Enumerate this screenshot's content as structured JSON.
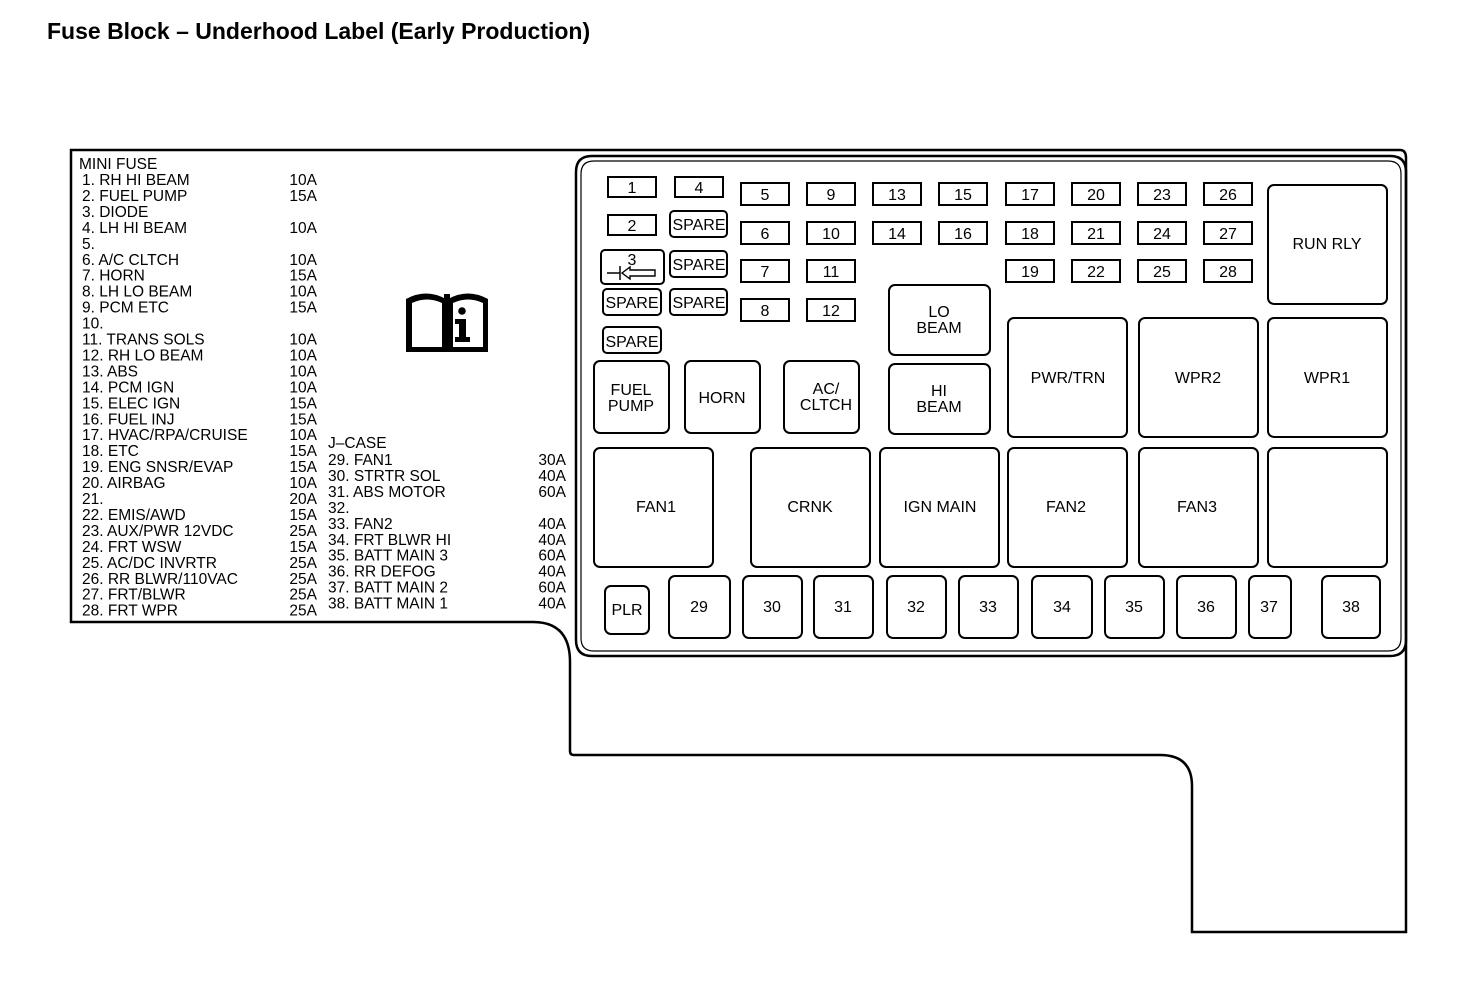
{
  "title": "Fuse Block – Underhood Label (Early Production)",
  "mini_fuse": {
    "header": "MINI FUSE",
    "items": [
      {
        "label": "1. RH HI BEAM",
        "amp": "10A"
      },
      {
        "label": "2. FUEL PUMP",
        "amp": "15A"
      },
      {
        "label": "3. DIODE",
        "amp": ""
      },
      {
        "label": "4. LH HI BEAM",
        "amp": "10A"
      },
      {
        "label": "5.",
        "amp": ""
      },
      {
        "label": "6. A/C CLTCH",
        "amp": "10A"
      },
      {
        "label": "7. HORN",
        "amp": "15A"
      },
      {
        "label": "8. LH LO BEAM",
        "amp": "10A"
      },
      {
        "label": "9. PCM ETC",
        "amp": "15A"
      },
      {
        "label": "10.",
        "amp": ""
      },
      {
        "label": "11. TRANS SOLS",
        "amp": "10A"
      },
      {
        "label": "12. RH LO BEAM",
        "amp": "10A"
      },
      {
        "label": "13. ABS",
        "amp": "10A"
      },
      {
        "label": "14. PCM IGN",
        "amp": "10A"
      },
      {
        "label": "15. ELEC IGN",
        "amp": "15A"
      },
      {
        "label": "16. FUEL INJ",
        "amp": "15A"
      },
      {
        "label": "17. HVAC/RPA/CRUISE",
        "amp": "10A"
      },
      {
        "label": "18. ETC",
        "amp": "15A"
      },
      {
        "label": "19. ENG SNSR/EVAP",
        "amp": "15A"
      },
      {
        "label": "20. AIRBAG",
        "amp": "10A"
      },
      {
        "label": "21.",
        "amp": "20A"
      },
      {
        "label": "22. EMIS/AWD",
        "amp": "15A"
      },
      {
        "label": "23. AUX/PWR 12VDC",
        "amp": "25A"
      },
      {
        "label": "24. FRT WSW",
        "amp": "15A"
      },
      {
        "label": "25. AC/DC INVRTR",
        "amp": "25A"
      },
      {
        "label": "26. RR BLWR/110VAC",
        "amp": "25A"
      },
      {
        "label": "27. FRT/BLWR",
        "amp": "25A"
      },
      {
        "label": "28. FRT WPR",
        "amp": "25A"
      }
    ]
  },
  "j_case": {
    "header": "J–CASE",
    "items": [
      {
        "label": "29. FAN1",
        "amp": "30A"
      },
      {
        "label": "30. STRTR SOL",
        "amp": "40A"
      },
      {
        "label": "31. ABS MOTOR",
        "amp": "60A"
      },
      {
        "label": "32.",
        "amp": ""
      },
      {
        "label": "33. FAN2",
        "amp": "40A"
      },
      {
        "label": "34. FRT BLWR HI",
        "amp": "40A"
      },
      {
        "label": "35. BATT MAIN 3",
        "amp": "60A"
      },
      {
        "label": "36. RR DEFOG",
        "amp": "40A"
      },
      {
        "label": "37. BATT MAIN 2",
        "amp": "60A"
      },
      {
        "label": "38. BATT MAIN 1",
        "amp": "40A"
      }
    ]
  },
  "slots": {
    "f1": "1",
    "f2": "2",
    "f3": "3",
    "f4": "4",
    "sp1": "SPARE",
    "sp2": "SPARE",
    "sp3": "SPARE",
    "sp4": "SPARE",
    "sp5": "SPARE",
    "f5": "5",
    "f6": "6",
    "f7": "7",
    "f8": "8",
    "f9": "9",
    "f10": "10",
    "f11": "11",
    "f12": "12",
    "f13": "13",
    "f14": "14",
    "f15": "15",
    "f16": "16",
    "f17": "17",
    "f18": "18",
    "f19": "19",
    "f20": "20",
    "f21": "21",
    "f22": "22",
    "f23": "23",
    "f24": "24",
    "f25": "25",
    "f26": "26",
    "f27": "27",
    "f28": "28",
    "run_rly": "RUN RLY",
    "lo_beam": [
      "LO",
      "BEAM"
    ],
    "hi_beam": [
      "HI",
      "BEAM"
    ],
    "pwr_trn": "PWR/TRN",
    "wpr2": "WPR2",
    "wpr1": "WPR1",
    "fuel_pump": [
      "FUEL",
      "PUMP"
    ],
    "horn": "HORN",
    "ac_cltch": [
      "AC/",
      "CLTCH"
    ],
    "fan1": "FAN1",
    "crnk": "CRNK",
    "ign_main": "IGN MAIN",
    "fan2": "FAN2",
    "fan3": "FAN3",
    "plr": "PLR",
    "j29": "29",
    "j30": "30",
    "j31": "31",
    "j32": "32",
    "j33": "33",
    "j34": "34",
    "j35": "35",
    "j36": "36",
    "j37": "37",
    "j38": "38"
  },
  "icons": {
    "manual": "owner-manual-info-icon",
    "diode_arrow": "diode-arrow-icon"
  }
}
